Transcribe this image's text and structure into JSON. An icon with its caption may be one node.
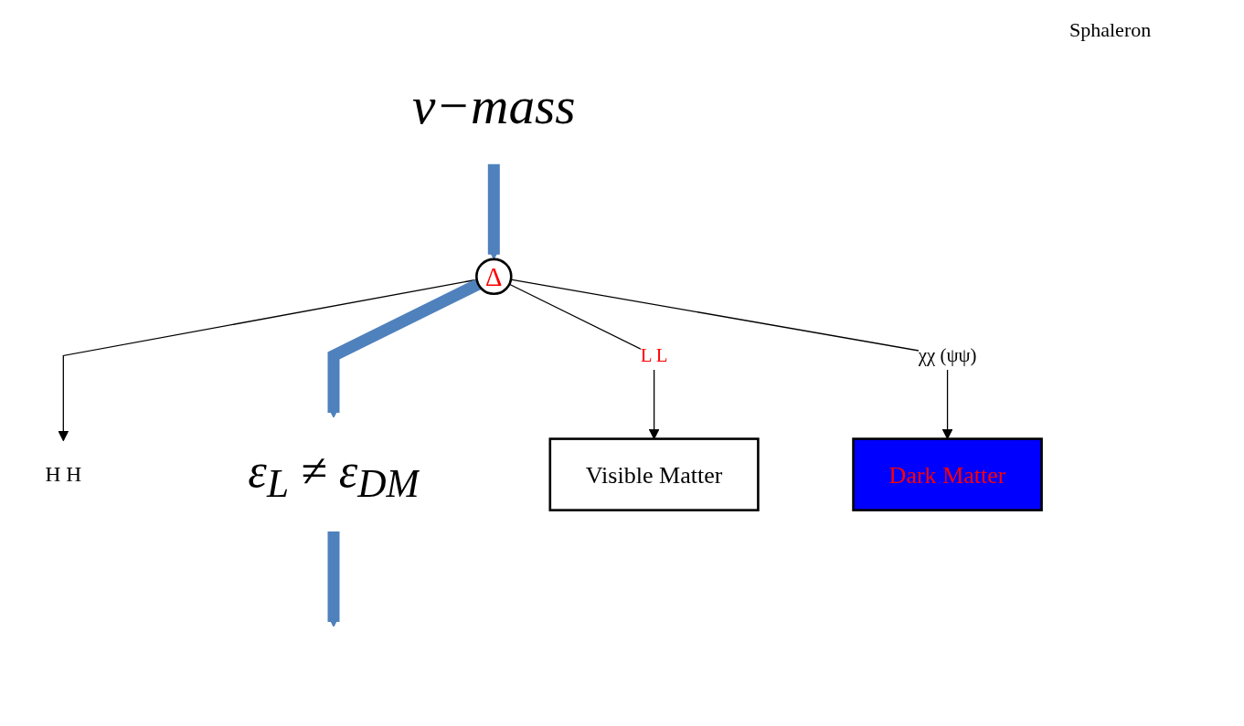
{
  "diagram": {
    "nodes": [
      {
        "text": [
          "ν−mass"
        ]
      },
      {
        "text": [
          "H H"
        ]
      },
      {
        "text": [
          "Δ"
        ]
      },
      {
        "text": [
          "ε$_{L}$ ≠ ε$_{DM}$"
        ]
      },
      {
        "text": [
          "Visible Matter"
        ]
      },
      {
        "text": [
          "Dark Matter"
        ]
      }
    ],
    "edges": [
      {
        "from": 0,
        "to": 2,
        "arrow": "to",
        "style": "thick",
        "color": "#4f81bd"
      },
      {
        "from": 2,
        "to": 1,
        "arrow": "to",
        "color": "#000000"
      },
      {
        "from": 2,
        "to": 4,
        "arrow": "to",
        "label": "L L",
        "color": "#000000"
      },
      {
        "from": 2,
        "to": 5,
        "arrow": "to",
        "label": "χχ (ψψ)",
        "color": "#000000"
      },
      {
        "from": 2,
        "to": 3,
        "arrow": "to",
        "style": "thick",
        "color": "#4f81bd"
      },
      {
        "from": 3,
        "to": null,
        "arrow": "to",
        "style": "thick",
        "color": "#4f81bd"
      }
    ],
    "labels": [
      "Sphaleron"
    ]
  }
}
